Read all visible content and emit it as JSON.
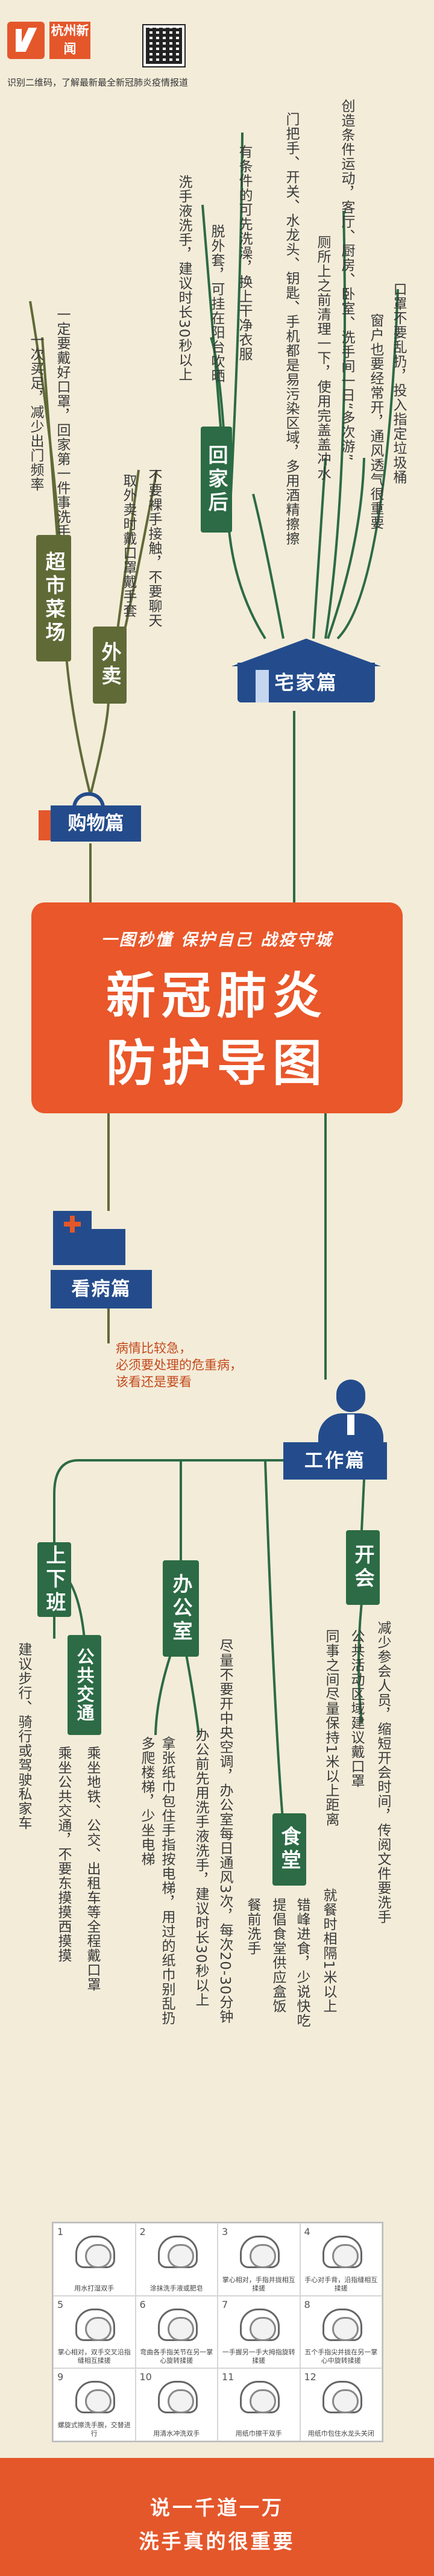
{
  "header": {
    "logo_text": "杭州新闻",
    "note": "识别二维码，了解最新最全新冠肺炎疫情报道"
  },
  "home": {
    "label": "宅家篇",
    "tips": [
      "口罩不要乱扔，投入指定垃圾桶",
      "窗户也要经常开，通风透气很重要",
      "创造条件运动，客厅、厨房、卧室、洗手间一日“多次游”",
      "厕所上之前清理一下，使用完盖盖冲水",
      "门把手、开关、水龙头、钥匙、手机都是易污染区域，多用酒精擦擦"
    ],
    "after": {
      "label": "回家后",
      "tips": [
        "有条件的可先洗澡，换上干净衣服",
        "脱外套，可挂在阳台吹晒",
        "洗手液洗手，建议时长30秒以上"
      ]
    }
  },
  "shopping": {
    "label": "购物篇",
    "supermarket": {
      "label": "超市菜场",
      "tips": [
        "一次买足，减少出门频率",
        "一定要戴好口罩，回家第一件事洗手"
      ]
    },
    "takeout": {
      "label": "外卖",
      "tips": [
        "取外卖时戴口罩戴手套",
        "不要裸手接触，不要聊天"
      ]
    }
  },
  "title": {
    "slogan": "一图秒懂 保护自己 战疫守城",
    "line1": "新冠肺炎",
    "line2": "防护导图"
  },
  "hospital": {
    "label": "看病篇",
    "note_lines": [
      "病情比较急，",
      "必须要处理的危重病，",
      "该看还是要看"
    ]
  },
  "work": {
    "label": "工作篇",
    "commute": {
      "label": "上下班",
      "tip": "建议步行、骑行或驾驶私家车",
      "transit": {
        "label": "公共交通",
        "tips": [
          "乘坐地铁、公交、出租车等全程戴口罩",
          "乘坐公共交通，不要东摸摸西摸摸"
        ]
      }
    },
    "office": {
      "label": "办公室",
      "tips": [
        "多爬楼梯，少坐电梯",
        "拿张纸巾包住手指按电梯，用过的纸巾别乱扔",
        "办公前先用洗手液洗手，建议时长30秒以上",
        "尽量不要开中央空调，办公室每日通风3次，每次20-30分钟"
      ]
    },
    "canteen": {
      "label": "食堂",
      "tips": [
        "餐前洗手",
        "提倡食堂供应盒饭",
        "错峰进食，少说快吃",
        "就餐时相隔1米以上"
      ]
    },
    "meeting": {
      "label": "开会",
      "tips": [
        "同事之间尽量保持1米以上距离",
        "公共活动区域建议戴口罩",
        "减少参会人员，缩短开会时间，传阅文件要洗手"
      ]
    }
  },
  "handwash": {
    "steps": [
      {
        "n": "1",
        "text": "用水打湿双手"
      },
      {
        "n": "2",
        "text": "涂抹洗手液或肥皂"
      },
      {
        "n": "3",
        "text": "掌心相对，手指并拢相互揉搓"
      },
      {
        "n": "4",
        "text": "手心对手背，沿指缝相互揉搓"
      },
      {
        "n": "5",
        "text": "掌心相对，双手交叉沿指缝相互揉搓"
      },
      {
        "n": "6",
        "text": "弯曲各手指关节在另一掌心旋转揉搓"
      },
      {
        "n": "7",
        "text": "一手握另一手大拇指旋转揉搓"
      },
      {
        "n": "8",
        "text": "五个手指尖并拢在另一掌心中旋转揉搓"
      },
      {
        "n": "9",
        "text": "螺旋式擦洗手腕，交替进行"
      },
      {
        "n": "10",
        "text": "用清水冲洗双手"
      },
      {
        "n": "11",
        "text": "用纸巾擦干双手"
      },
      {
        "n": "12",
        "text": "用纸巾包住水龙头关闭"
      }
    ]
  },
  "footer": {
    "line1": "说一千道一万",
    "line2": "洗手真的很重要"
  }
}
